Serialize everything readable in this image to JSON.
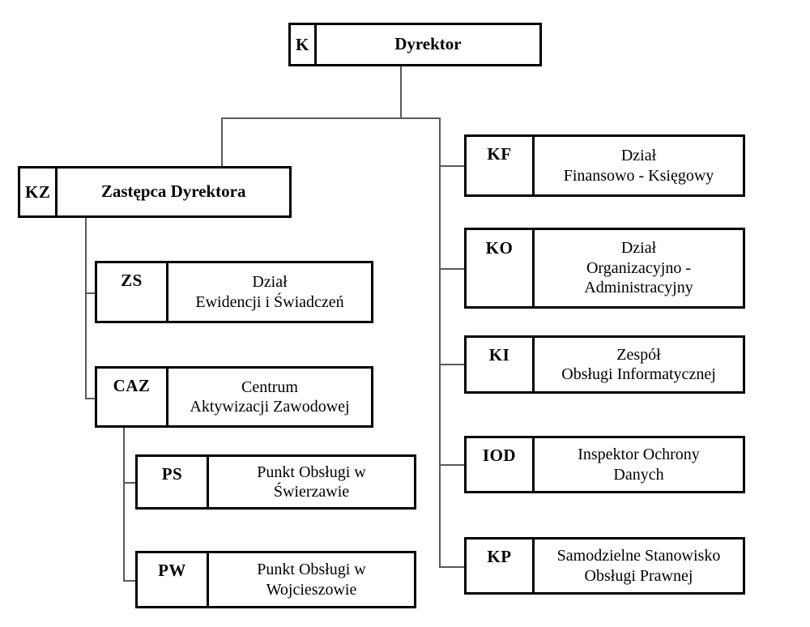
{
  "meta": {
    "kind": "organizational-chart",
    "language": "pl"
  },
  "nodes": {
    "director": {
      "code": "K",
      "title": "Dyrektor"
    },
    "deputy": {
      "code": "KZ",
      "title": "Zastępca Dyrektora"
    },
    "zs": {
      "code": "ZS",
      "title": "Dział\nEwidencji i Świadczeń"
    },
    "caz": {
      "code": "CAZ",
      "title": "Centrum\nAktywizacji Zawodowej"
    },
    "ps": {
      "code": "PS",
      "title": "Punkt Obsługi w\nŚwierzawie"
    },
    "pw": {
      "code": "PW",
      "title": "Punkt Obsługi w\nWojcieszowie"
    },
    "kf": {
      "code": "KF",
      "title": "Dział\nFinansowo - Księgowy"
    },
    "ko": {
      "code": "KO",
      "title": "Dział\nOrganizacyjno -\nAdministracyjny"
    },
    "ki": {
      "code": "KI",
      "title": "Zespół\nObsługi Informatycznej"
    },
    "iod": {
      "code": "IOD",
      "title": "Inspektor Ochrony\nDanych"
    },
    "kp": {
      "code": "KP",
      "title": "Samodzielne Stanowisko\nObsługi Prawnej"
    }
  },
  "chart_data": {
    "type": "tree",
    "title": "",
    "root": "K",
    "edges": [
      {
        "from": "K",
        "to": "KZ"
      },
      {
        "from": "K",
        "to": "KF"
      },
      {
        "from": "K",
        "to": "KO"
      },
      {
        "from": "K",
        "to": "KI"
      },
      {
        "from": "K",
        "to": "IOD"
      },
      {
        "from": "K",
        "to": "KP"
      },
      {
        "from": "KZ",
        "to": "ZS"
      },
      {
        "from": "KZ",
        "to": "CAZ"
      },
      {
        "from": "CAZ",
        "to": "PS"
      },
      {
        "from": "CAZ",
        "to": "PW"
      }
    ]
  },
  "colors": {
    "box_border": "#000000",
    "connector": "#5a5a5a",
    "background": "#ffffff",
    "text": "#000000"
  }
}
